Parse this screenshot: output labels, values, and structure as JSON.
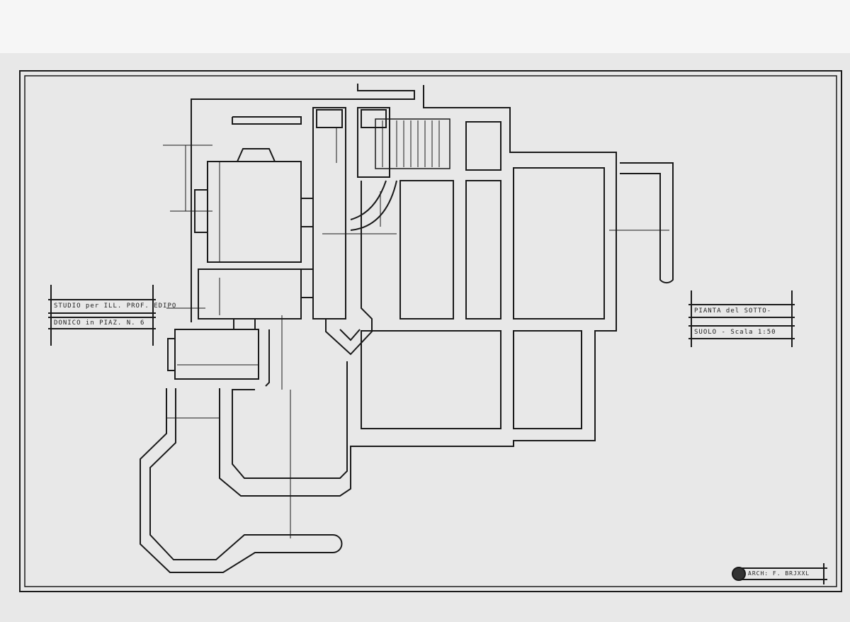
{
  "drawing": {
    "client_block": {
      "line1": "STUDIO per ILL. PROF. EDIPO",
      "line2": "DONICO in PIAZ. N. 6"
    },
    "title_block": {
      "line1": "PIANTA del SOTTO-",
      "line2": "SUOLO - Scala 1:50"
    },
    "architect_block": {
      "text": "ARCH: F. BRJXXL"
    },
    "scale": "1:50",
    "colors": {
      "paper": "#e8e8e8",
      "ink": "#1a1a1a"
    }
  }
}
